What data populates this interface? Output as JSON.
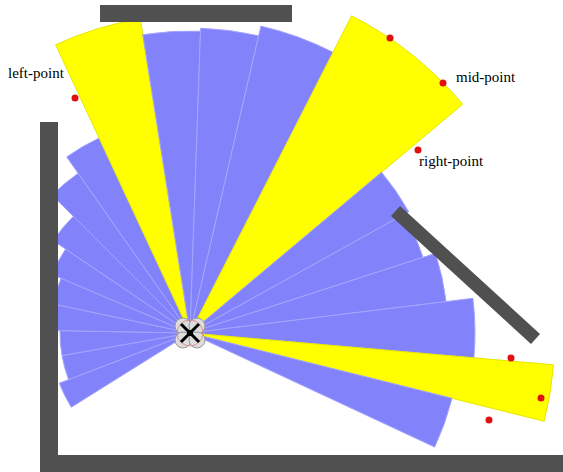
{
  "diagram": {
    "labels": [
      "left-point",
      "mid-point",
      "right-point"
    ]
  }
}
